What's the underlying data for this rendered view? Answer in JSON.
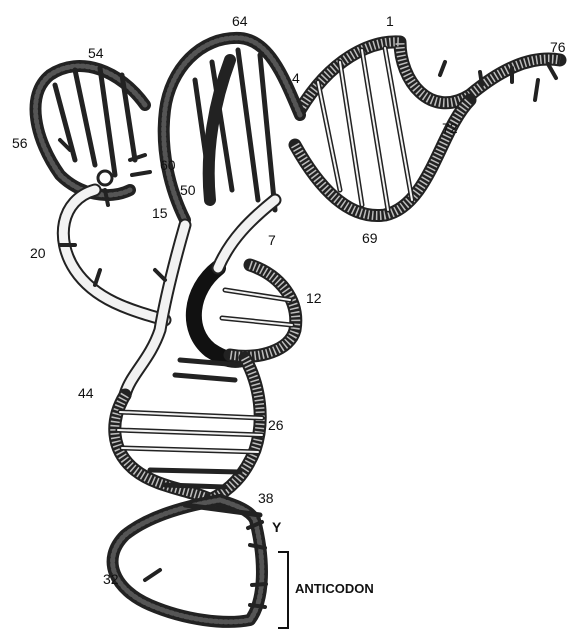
{
  "figure": {
    "nucleotide_labels": [
      "1",
      "4",
      "7",
      "12",
      "15",
      "20",
      "26",
      "32",
      "38",
      "44",
      "50",
      "54",
      "56",
      "60",
      "64",
      "69",
      "72",
      "76"
    ],
    "base_label": "Y",
    "anticodon_label": "ANTICODON"
  }
}
